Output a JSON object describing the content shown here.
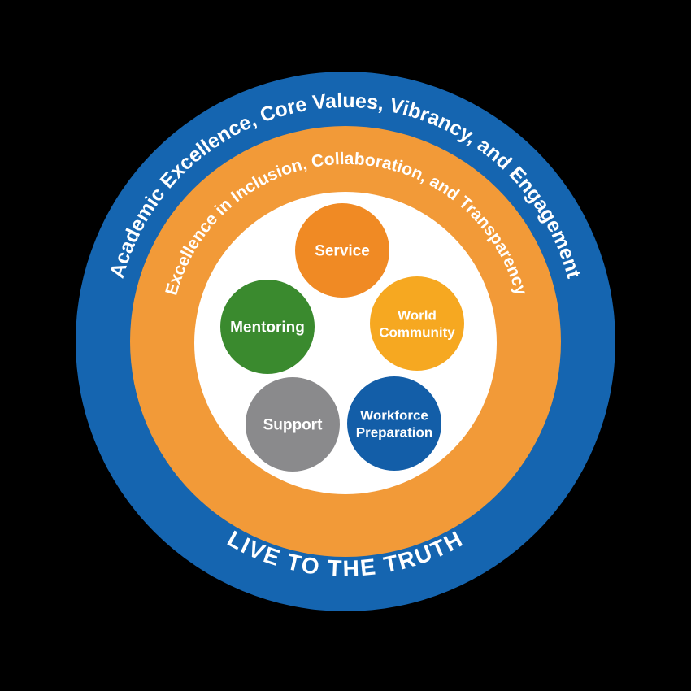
{
  "outer_ring": {
    "text": "Academic Excellence, Core Values, Vibrancy, and Engagement",
    "bottom_text": "LIVE TO THE TRUTH",
    "color": "#1565b0"
  },
  "middle_ring": {
    "text": "Excellence in Inclusion, Collaboration, and Transparency",
    "color": "#f29a38"
  },
  "center": {
    "color": "#ffffff"
  },
  "nodes": [
    {
      "id": "service",
      "lines": [
        "Service"
      ],
      "color": "#f08a24"
    },
    {
      "id": "world-community",
      "lines": [
        "World",
        "Community"
      ],
      "color": "#f6a821"
    },
    {
      "id": "workforce-preparation",
      "lines": [
        "Workforce",
        "Preparation"
      ],
      "color": "#135ea8"
    },
    {
      "id": "support",
      "lines": [
        "Support"
      ],
      "color": "#8a8a8c"
    },
    {
      "id": "mentoring",
      "lines": [
        "Mentoring"
      ],
      "color": "#3a8a2e"
    }
  ]
}
